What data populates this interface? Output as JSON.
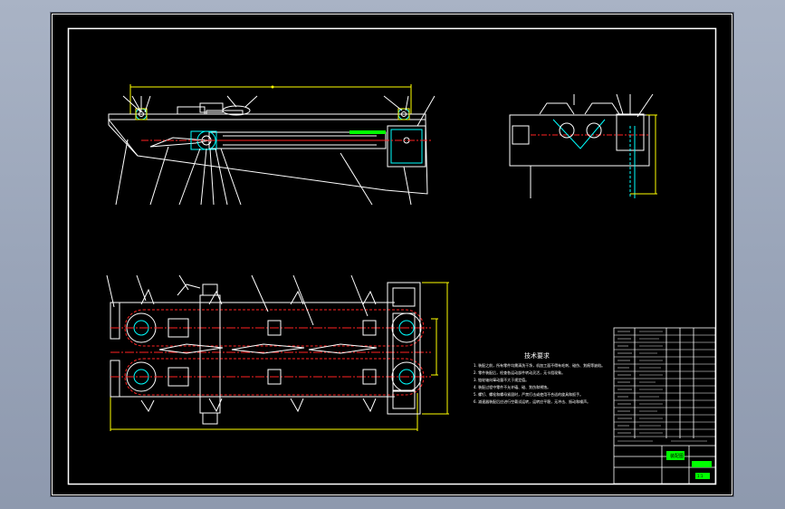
{
  "drawing": {
    "tech_requirements_title": "技术要求",
    "tech_requirements": [
      "1. 装配之前，所有零件均需清洗干净，机加工面不得有毛刺、碰伤、划痕等缺陷。",
      "2. 零件装配后，检查各运动部件转动灵活，无卡阻现象。",
      "3. 链轮轴向窜动量不大于规定值。",
      "4. 装配过程中零件不允许磕、碰、划伤和锈蚀。",
      "5. 螺钉、螺栓和螺母紧固时，严禁打击或使用不合适的旋具和扳手。",
      "6. 减速器装配后应进行空载试运转，运转应平稳，无冲击、振动和噪声。"
    ],
    "title_block_label": "装配图",
    "drawing_number_label": "1:1"
  },
  "colors": {
    "paper": "#000000",
    "line": "#ffffff",
    "center": "#ff2020",
    "dim": "#ffff00",
    "hatch": "#00ffff",
    "accent": "#00ff00"
  }
}
